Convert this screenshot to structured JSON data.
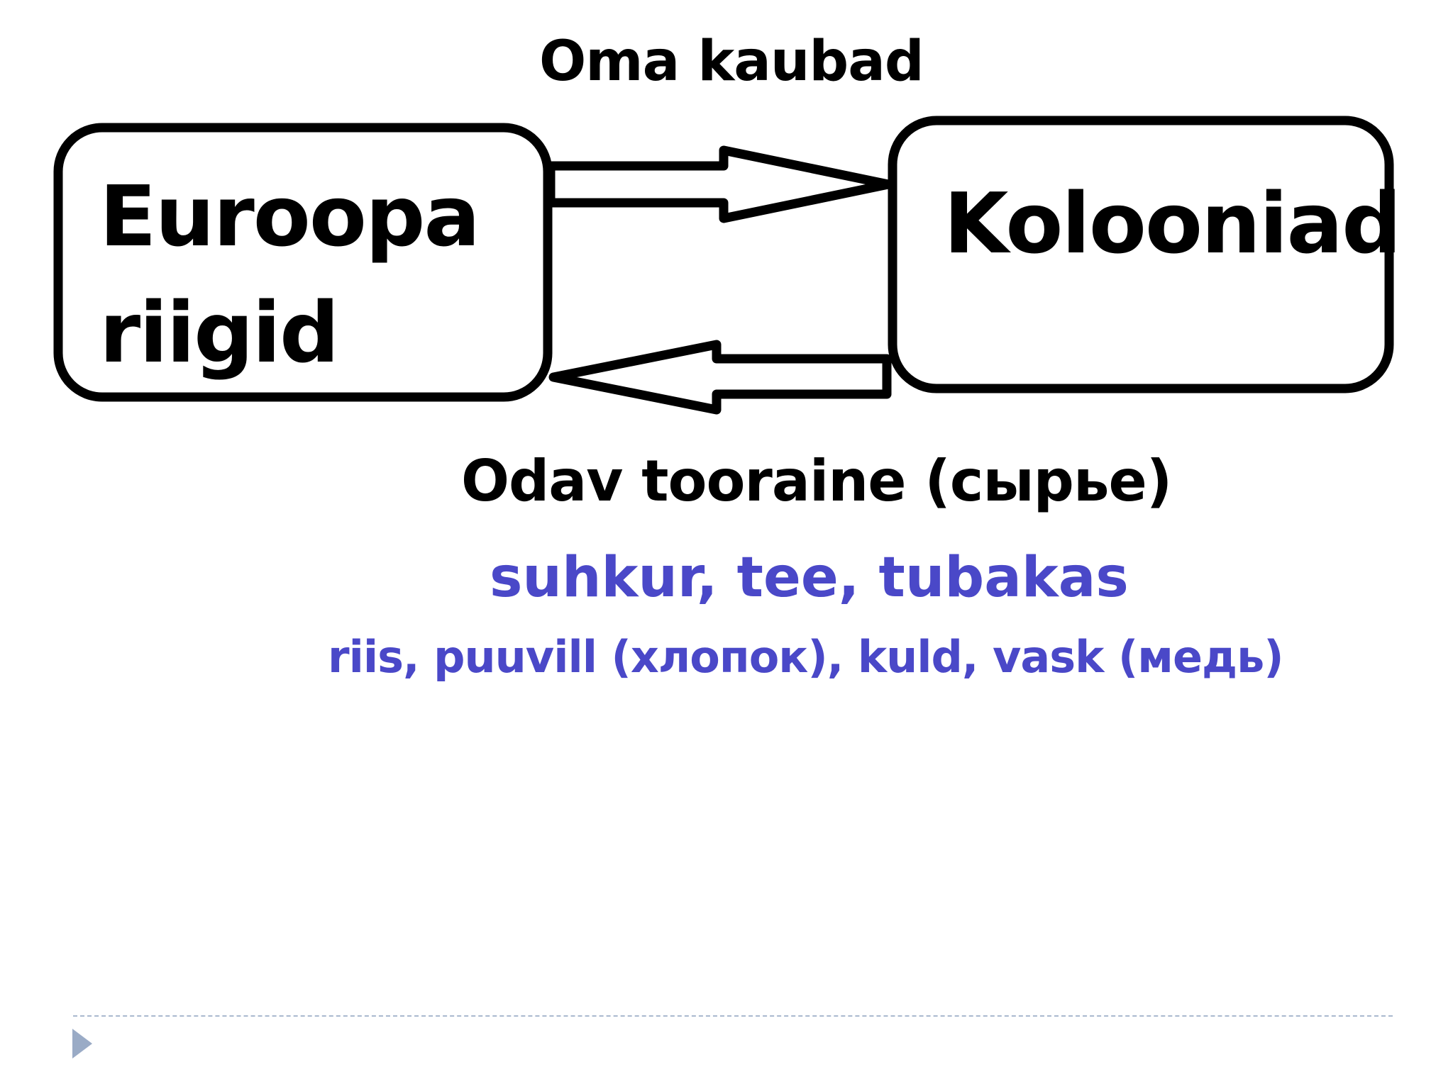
{
  "diagram": {
    "top_label": "Oma kaubad",
    "europe": {
      "line1": "Euroopa",
      "line2": "riigid"
    },
    "colonies": "Kolooniad",
    "bottom_label": "Odav tooraine (сырье)",
    "goods_line1": "suhkur, tee, tubakas",
    "goods_line2": "riis, puuvill (хлопок), kuld, vask (медь)"
  },
  "colors": {
    "ink": "#000000",
    "goods_text": "#4a48c8",
    "footer_accent": "#9aabc6"
  },
  "icons": {
    "footer_bullet": "triangle-right-icon"
  }
}
